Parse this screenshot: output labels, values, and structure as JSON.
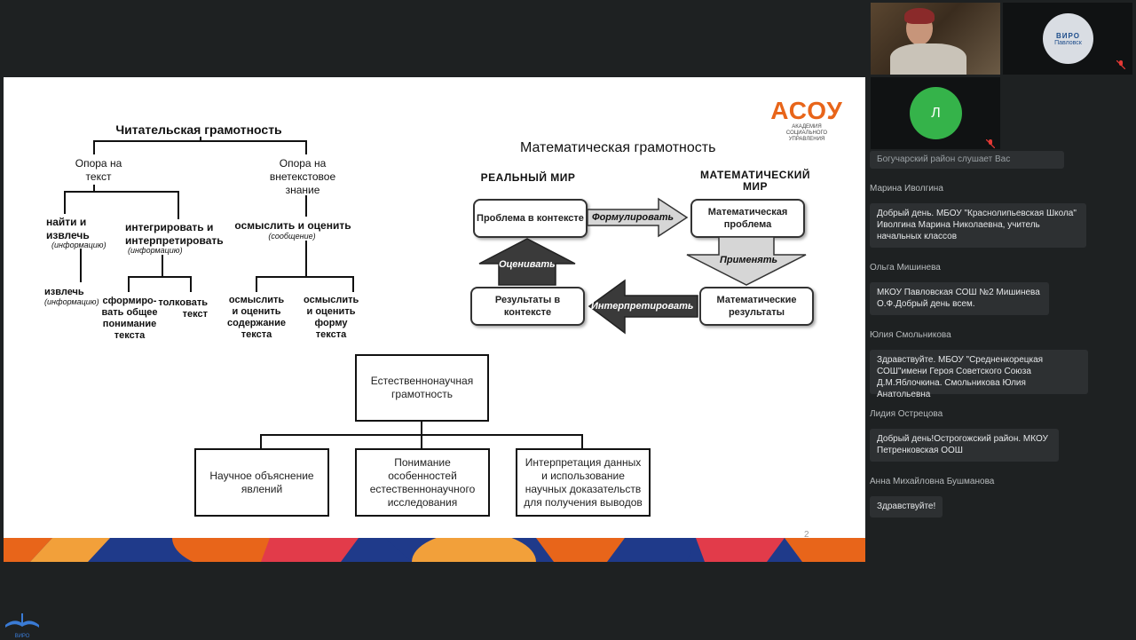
{
  "slide": {
    "logo": "АСОУ",
    "logo_sub": "АКАДЕМИЯ СОЦИАЛЬНОГО УПРАВЛЕНИЯ",
    "page_number": "2",
    "reading": {
      "title": "Читательская грамотность",
      "left_branch": "Опора на текст",
      "right_branch": "Опора на внетекстовое знание",
      "find_extract": "найти и извлечь",
      "find_extract_note": "(информацию)",
      "integrate": "интегрировать и интерпретировать",
      "integrate_note": "(информацию)",
      "reflect": "осмыслить и оценить",
      "reflect_note": "(сообщение)",
      "extract": "извлечь",
      "extract_note": "(информацию)",
      "form_understanding": "сформиро-вать общее понимание текста",
      "interpret_text": "толковать текст",
      "reflect_content": "осмыслить и оценить содержание текста",
      "reflect_form": "осмыслить и оценить форму текста"
    },
    "math": {
      "title": "Математическая грамотность",
      "real_world": "РЕАЛЬНЫЙ МИР",
      "math_world": "МАТЕМАТИЧЕСКИЙ МИР",
      "problem_context": "Проблема в контексте",
      "math_problem": "Математическая проблема",
      "math_results": "Математические результаты",
      "results_context": "Результаты в контексте",
      "formulate": "Формулировать",
      "apply": "Применять",
      "interpret": "Интерпретировать",
      "evaluate": "Оценивать"
    },
    "science": {
      "title": "Естественнонаучная грамотность",
      "explain": "Научное объяснение явлений",
      "understand": "Понимание особенностей естественнонаучного исследования",
      "interpret": "Интерпретация данных и использование научных доказательств для получения выводов"
    }
  },
  "participants": {
    "tile2_logo_top": "ВИРО",
    "tile2_logo_bottom": "Павловск",
    "tile3_initial": "Л",
    "tile_camera_color": "#4a3a2a",
    "avatar_color": "#35b34a",
    "muted_icon_color": "#e53935"
  },
  "chat": {
    "partial_message": "Богучарский район слушает Вас",
    "messages": [
      {
        "name": "Марина Иволгина",
        "text": "Добрый день. МБОУ \"Краснолипьевская Школа\" Иволгина Марина Николаевна, учитель начальных классов"
      },
      {
        "name": "Ольга Мишинева",
        "text": "МКОУ Павловская СОШ №2 Мишинева О.Ф.Добрый день всем."
      },
      {
        "name": "Юлия Смольникова",
        "text": "Здравствуйте. МБОУ \"Средненкорецкая СОШ\"имени Героя Советского Союза Д.М.Яблочкина. Смольникова Юлия Анатольевна"
      },
      {
        "name": "Лидия Острецова",
        "text": "Добрый день!Острогожский район. МКОУ Петренковская ООШ"
      },
      {
        "name": "Анна Михайловна Бушманова",
        "text": "Здравствуйте!"
      }
    ]
  },
  "footer_logo": "ВИРО"
}
